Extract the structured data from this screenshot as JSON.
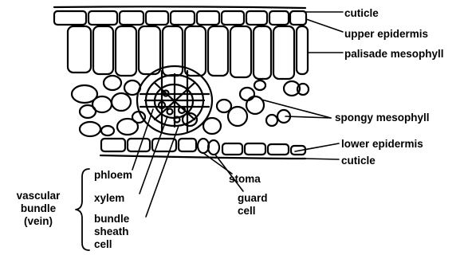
{
  "colors": {
    "ink": "#000000",
    "background": "#ffffff"
  },
  "labels": {
    "cuticle_top": "cuticle",
    "upper_epidermis": "upper epidermis",
    "palisade_mesophyll": "palisade mesophyll",
    "spongy_mesophyll": "spongy mesophyll",
    "lower_epidermis": "lower epidermis",
    "cuticle_bottom": "cuticle",
    "phloem": "phloem",
    "xylem": "xylem",
    "bundle_sheath_cell": "bundle\nsheath\ncell",
    "vascular_bundle": "vascular\nbundle\n(vein)",
    "stoma": "stoma",
    "guard_cell": "guard\ncell"
  }
}
